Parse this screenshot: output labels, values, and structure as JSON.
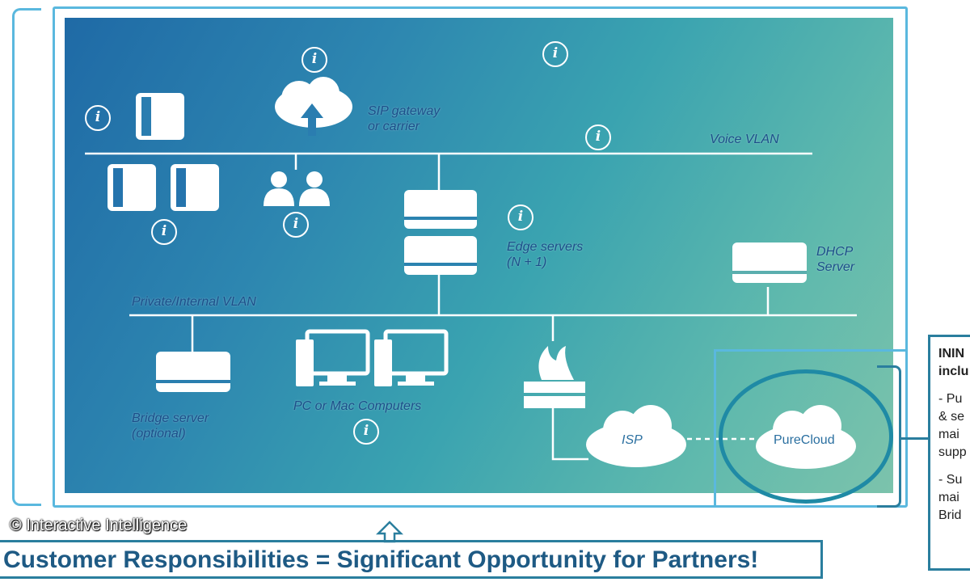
{
  "labels": {
    "sip": [
      "SIP gateway",
      "or carrier"
    ],
    "voice_vlan": "Voice VLAN",
    "edge": [
      "Edge servers",
      "(N + 1)"
    ],
    "dhcp": [
      "DHCP",
      "Server"
    ],
    "private_vlan": "Private/Internal VLAN",
    "bridge": [
      "Bridge server",
      "(optional)"
    ],
    "pcs": "PC or Mac Computers",
    "isp": "ISP",
    "purecloud": "PureCloud"
  },
  "info_glyph": "i",
  "side_box": {
    "lines": [
      "ININ",
      "inclu",
      "",
      "- Pu",
      "& se",
      "mai",
      "supp",
      "",
      "- Su",
      "mai",
      "Brid"
    ]
  },
  "banner": "Customer Responsibilities = Significant Opportunity for Partners!",
  "watermark": "© Interactive Intelligence"
}
